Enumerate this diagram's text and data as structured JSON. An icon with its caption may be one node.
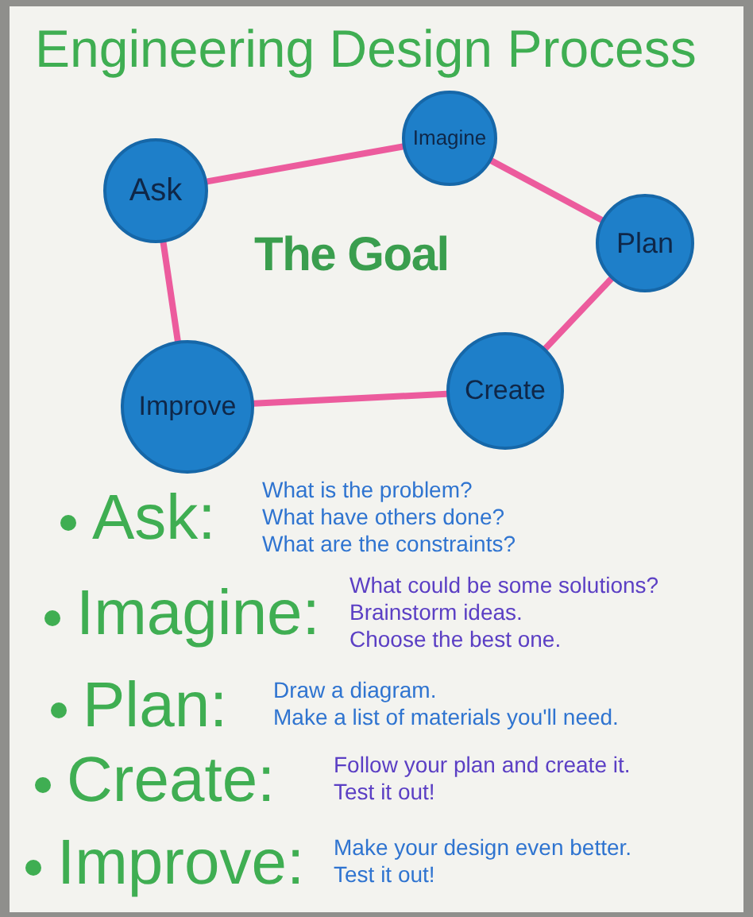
{
  "diagram": {
    "title": "Engineering Design Process",
    "nodes": [
      {
        "text": [
          "Ask"
        ]
      },
      {
        "text": [
          "Imagine"
        ]
      },
      {
        "text": [
          "Plan"
        ]
      },
      {
        "text": [
          "Create"
        ]
      },
      {
        "text": [
          "Improve"
        ]
      }
    ],
    "edges": [
      {
        "from": 0,
        "to": 1,
        "arrow": "none"
      },
      {
        "from": 1,
        "to": 2,
        "arrow": "none"
      },
      {
        "from": 2,
        "to": 3,
        "arrow": "none"
      },
      {
        "from": 3,
        "to": 4,
        "arrow": "none"
      },
      {
        "from": 4,
        "to": 0,
        "arrow": "none"
      }
    ],
    "labels": [
      "The Goal",
      "Ask:",
      "What is the problem?",
      "What have others done?",
      "What are the constraints?",
      "Imagine:",
      "What could be some solutions?",
      "Brainstorm ideas.",
      "Choose the best one.",
      "Plan:",
      "Draw a diagram.",
      "Make a list of materials you'll need.",
      "Create:",
      "Follow your plan and create it.",
      "Test it out!",
      "Improve:",
      "Make your design even better.",
      "Test it out!"
    ]
  }
}
